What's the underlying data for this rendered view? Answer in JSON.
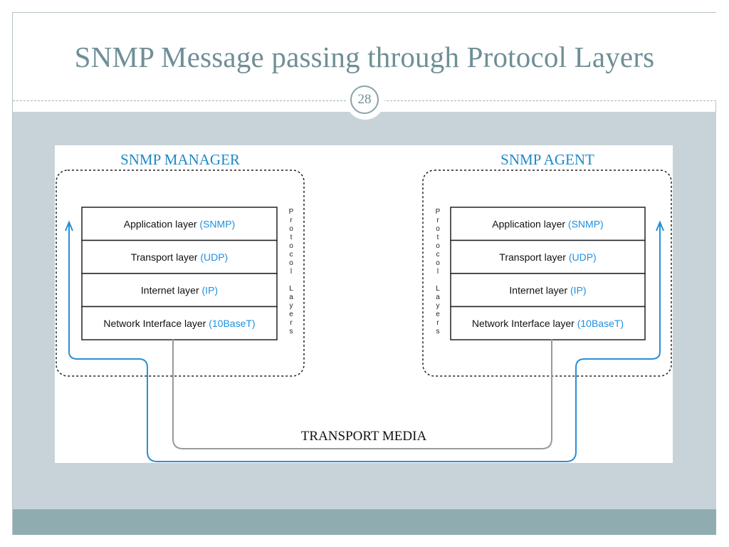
{
  "slide": {
    "title": "SNMP Message passing through Protocol Layers",
    "number": "28"
  },
  "diagram": {
    "manager": {
      "heading": "SNMP MANAGER",
      "side_label": "Protocol Layers",
      "layers": [
        {
          "name": "Application layer ",
          "proto": "(SNMP)"
        },
        {
          "name": "Transport layer ",
          "proto": "(UDP)"
        },
        {
          "name": "Internet layer ",
          "proto": "(IP)"
        },
        {
          "name": "Network Interface layer ",
          "proto": "(10BaseT)"
        }
      ]
    },
    "agent": {
      "heading": "SNMP AGENT",
      "side_label": "Protocol Layers",
      "layers": [
        {
          "name": "Application layer ",
          "proto": "(SNMP)"
        },
        {
          "name": "Transport layer ",
          "proto": "(UDP)"
        },
        {
          "name": "Internet layer ",
          "proto": "(IP)"
        },
        {
          "name": "Network Interface layer ",
          "proto": "(10BaseT)"
        }
      ]
    },
    "media_label": "TRANSPORT MEDIA",
    "colors": {
      "heading": "#1e88c8",
      "protocol": "#1e90e0",
      "arrow": "#2a8fd6",
      "text": "#111111"
    }
  }
}
